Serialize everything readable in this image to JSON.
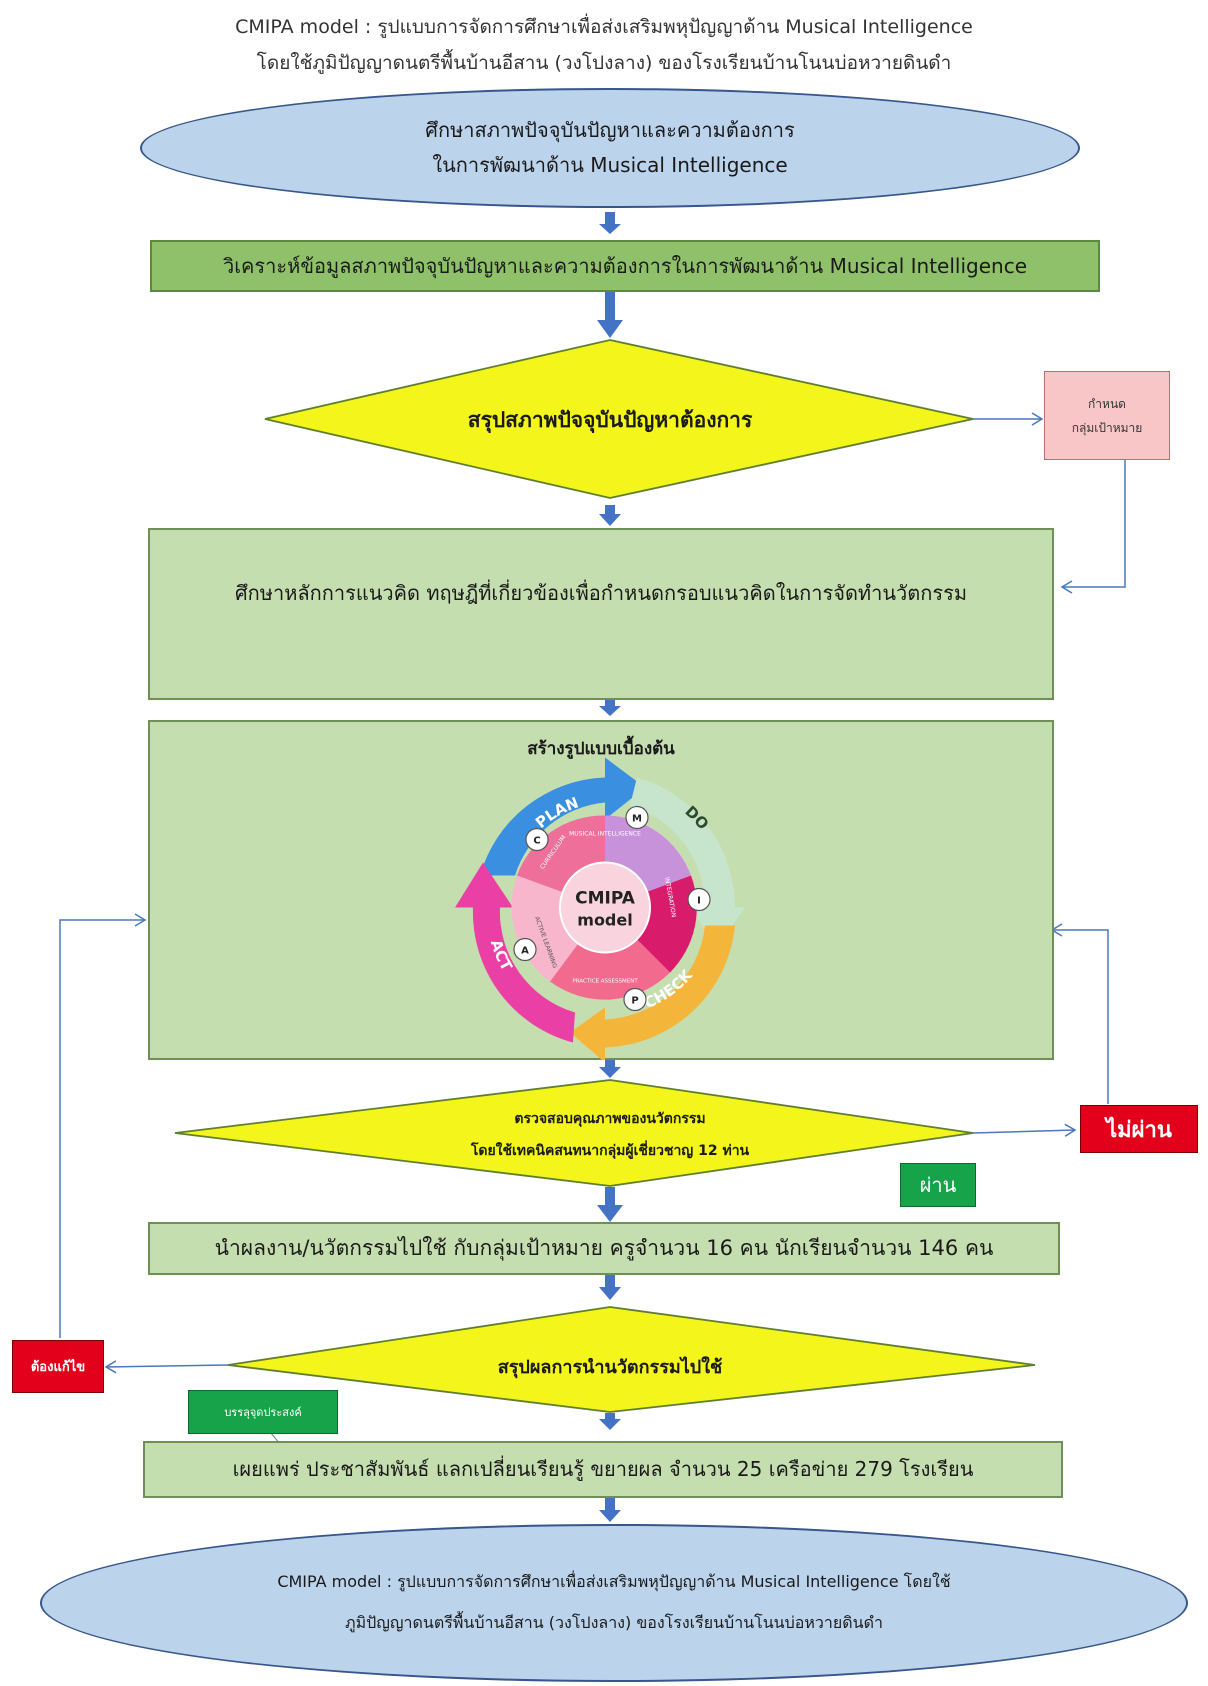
{
  "header": {
    "line1": "CMIPA model : รูปแบบการจัดการศึกษาเพื่อส่งเสริมพหุปัญญาด้าน Musical Intelligence",
    "line2": "โดยใช้ภูมิปัญญาดนตรีพื้นบ้านอีสาน (วงโปงลาง) ของโรงเรียนบ้านโนนบ่อหวายดินดำ"
  },
  "steps": {
    "study_line1": "ศึกษาสภาพปัจจุบันปัญหาและความต้องการ",
    "study_line2": "ในการพัฒนาด้าน Musical Intelligence",
    "analyze": "วิเคราะห์ข้อมูลสภาพปัจจุบันปัญหาและความต้องการในการพัฒนาด้าน Musical Intelligence",
    "summarize": "สรุปสภาพปัจจุบันปัญหาต้องการ",
    "target_line1": "กำหนด",
    "target_line2": "กลุ่มเป้าหมาย",
    "theory": "ศึกษาหลักการแนวคิด ทฤษฎีที่เกี่ยวข้องเพื่อกำหนดกรอบแนวคิดในการจัดทำนวัตกรรม",
    "create_title": "สร้างรูปแบบเบื้องต้น",
    "check_line1": "ตรวจสอบคุณภาพของนวัตกรรม",
    "check_line2": "โดยใช้เทคนิคสนทนากลุ่มผู้เชี่ยวชาญ 12 ท่าน",
    "fail": "ไม่ผ่าน",
    "pass": "ผ่าน",
    "apply": "นำผลงาน/นวัตกรรมไปใช้ กับกลุ่มเป้าหมาย ครูจำนวน 16 คน นักเรียนจำนวน 146 คน",
    "conclude": "สรุปผลการนำนวัตกรรมไปใช้",
    "fix": "ต้องแก้ไข",
    "achieved": "บรรลุจุดประสงค์",
    "disseminate": "เผยแพร่ ประชาสัมพันธ์ แลกเปลี่ยนเรียนรู้ ขยายผล จำนวน 25 เครือข่าย 279 โรงเรียน",
    "final_line1": "CMIPA model : รูปแบบการจัดการศึกษาเพื่อส่งเสริมพหุปัญญาด้าน Musical Intelligence โดยใช้",
    "final_line2": "ภูมิปัญญาดนตรีพื้นบ้านอีสาน (วงโปงลาง) ของโรงเรียนบ้านโนนบ่อหวายดินดำ"
  },
  "cycle": {
    "center_line1": "CMIPA",
    "center_line2": "model",
    "plan": "PLAN",
    "do": "DO",
    "check": "CHECK",
    "act": "ACT",
    "letter_c": "C",
    "letter_m": "M",
    "letter_i": "I",
    "letter_p": "P",
    "letter_a": "A",
    "inner_c": "CURRICULUM",
    "inner_m": "MUSICAL INTELLIGENCE",
    "inner_i": "INTEGRATION",
    "inner_p": "PRACTICE ASSESSMENT",
    "inner_a": "ACTIVE LEARNING"
  },
  "colors": {
    "ellipse_fill": "#bcd3ec",
    "green_fill": "#c5deb0",
    "diamond_fill": "#f4f51a",
    "arrow": "#4472c4",
    "fail_red": "#e3001b",
    "pass_green": "#16a34a",
    "target_pink": "#f8c6c6"
  }
}
